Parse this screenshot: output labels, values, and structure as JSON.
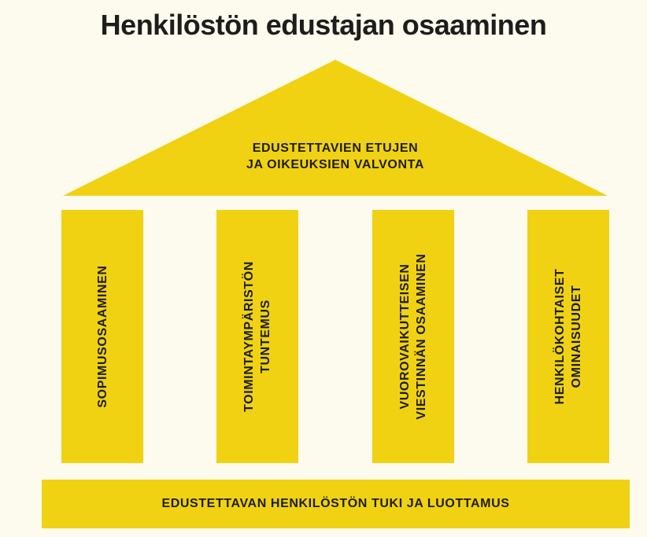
{
  "title": "Henkilöstön edustajan osaaminen",
  "colors": {
    "background": "#fdfaee",
    "accent": "#f0d213",
    "text": "#1d1d1b"
  },
  "roof": {
    "lines": [
      "EDUSTETTAVIEN ETUJEN",
      "JA OIKEUKSIEN VALVONTA"
    ]
  },
  "pillars": [
    {
      "lines": [
        "SOPIMUSOSAAMINEN",
        ""
      ]
    },
    {
      "lines": [
        "TOIMINTAYMPÄRISTÖN",
        "TUNTEMUS"
      ]
    },
    {
      "lines": [
        "VUOROVAIKUTTEISEN",
        "VIESTINNÄN OSAAMINEN"
      ]
    },
    {
      "lines": [
        "HENKILÖKOHTAISET",
        "OMINAISUUDET"
      ]
    }
  ],
  "base": {
    "label": "EDUSTETTAVAN HENKILÖSTÖN TUKI JA LUOTTAMUS"
  }
}
